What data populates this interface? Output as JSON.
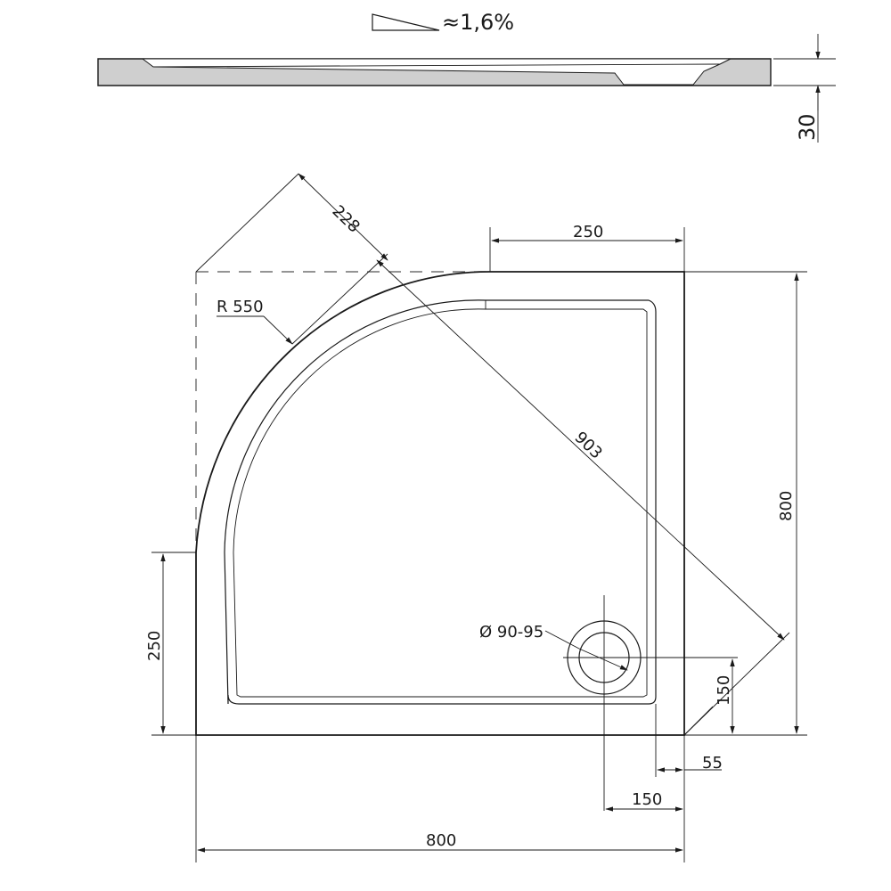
{
  "drawing": {
    "slope_label": "≈1,6%",
    "height_label": "30",
    "radius_label": "R 550",
    "curve_depth_label": "228",
    "top_straight_label": "250",
    "diagonal_label": "903",
    "right_width_label": "800",
    "left_straight_label": "250",
    "drain_diameter_label": "Ø 90-95",
    "drain_offset_vertical_label": "150",
    "drain_edge_label": "55",
    "drain_offset_horizontal_label": "150",
    "bottom_width_label": "800"
  }
}
